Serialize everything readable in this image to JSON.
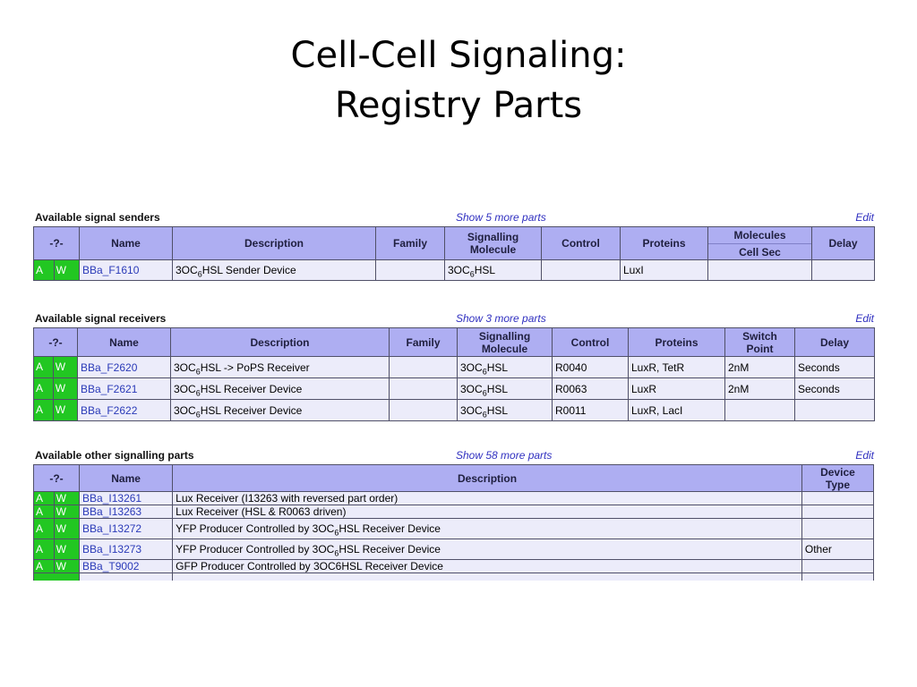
{
  "slide": {
    "title_line1": "Cell-Cell Signaling:",
    "title_line2": "Registry Parts"
  },
  "colors": {
    "status_green": "#22c722",
    "header_purple": "#aeaef2",
    "row_bg": "#ececfa",
    "link_blue": "#2a3ab8"
  },
  "senders": {
    "title": "Available signal senders",
    "show_more": "Show 5 more parts",
    "edit": "Edit",
    "headers": {
      "status": "-?-",
      "name": "Name",
      "description": "Description",
      "family": "Family",
      "signalling1": "Signalling",
      "signalling2": "Molecule",
      "control": "Control",
      "proteins": "Proteins",
      "molecules": "Molecules",
      "cell_sec": "Cell Sec",
      "delay": "Delay"
    },
    "rows": [
      {
        "a": "A",
        "w": "W",
        "name": "BBa_F1610",
        "desc_pre": "3OC",
        "desc_sub": "6",
        "desc_post": "HSL Sender Device",
        "family": "",
        "mol_pre": "3OC",
        "mol_sub": "6",
        "mol_post": "HSL",
        "control": "",
        "proteins": "LuxI",
        "molecules": "",
        "delay": ""
      }
    ]
  },
  "receivers": {
    "title": "Available signal receivers",
    "show_more": "Show 3 more parts",
    "edit": "Edit",
    "headers": {
      "status": "-?-",
      "name": "Name",
      "description": "Description",
      "family": "Family",
      "signalling1": "Signalling",
      "signalling2": "Molecule",
      "control": "Control",
      "proteins": "Proteins",
      "switch1": "Switch",
      "switch2": "Point",
      "delay": "Delay"
    },
    "rows": [
      {
        "a": "A",
        "w": "W",
        "name": "BBa_F2620",
        "desc_pre": "3OC",
        "desc_sub": "6",
        "desc_post": "HSL -> PoPS Receiver",
        "family": "",
        "mol_pre": "3OC",
        "mol_sub": "6",
        "mol_post": "HSL",
        "control": "R0040",
        "proteins": "LuxR, TetR",
        "switch": "2nM",
        "delay": "Seconds"
      },
      {
        "a": "A",
        "w": "W",
        "name": "BBa_F2621",
        "desc_pre": "3OC",
        "desc_sub": "6",
        "desc_post": "HSL Receiver Device",
        "family": "",
        "mol_pre": "3OC",
        "mol_sub": "6",
        "mol_post": "HSL",
        "control": "R0063",
        "proteins": "LuxR",
        "switch": "2nM",
        "delay": "Seconds"
      },
      {
        "a": "A",
        "w": "W",
        "name": "BBa_F2622",
        "desc_pre": "3OC",
        "desc_sub": "6",
        "desc_post": "HSL Receiver Device",
        "family": "",
        "mol_pre": "3OC",
        "mol_sub": "6",
        "mol_post": "HSL",
        "control": "R0011",
        "proteins": "LuxR, LacI",
        "switch": "",
        "delay": ""
      }
    ]
  },
  "other": {
    "title": "Available other signalling parts",
    "show_more": "Show 58 more parts",
    "edit": "Edit",
    "headers": {
      "status": "-?-",
      "name": "Name",
      "description": "Description",
      "device1": "Device",
      "device2": "Type"
    },
    "rows": [
      {
        "a": "A",
        "w": "W",
        "name": "BBa_I13261",
        "desc_pre": "Lux Receiver (I13263 with reversed part order)",
        "desc_sub": "",
        "desc_post": "",
        "device": ""
      },
      {
        "a": "A",
        "w": "W",
        "name": "BBa_I13263",
        "desc_pre": "Lux Receiver (HSL & R0063 driven)",
        "desc_sub": "",
        "desc_post": "",
        "device": ""
      },
      {
        "a": "A",
        "w": "W",
        "name": "BBa_I13272",
        "desc_pre": "YFP Producer Controlled by 3OC",
        "desc_sub": "6",
        "desc_post": "HSL Receiver Device",
        "device": ""
      },
      {
        "a": "A",
        "w": "W",
        "name": "BBa_I13273",
        "desc_pre": "YFP Producer Controlled by 3OC",
        "desc_sub": "6",
        "desc_post": "HSL Receiver Device",
        "device": "Other"
      },
      {
        "a": "A",
        "w": "W",
        "name": "BBa_T9002",
        "desc_pre": "GFP Producer Controlled by 3OC6HSL Receiver Device",
        "desc_sub": "",
        "desc_post": "",
        "device": ""
      }
    ]
  }
}
